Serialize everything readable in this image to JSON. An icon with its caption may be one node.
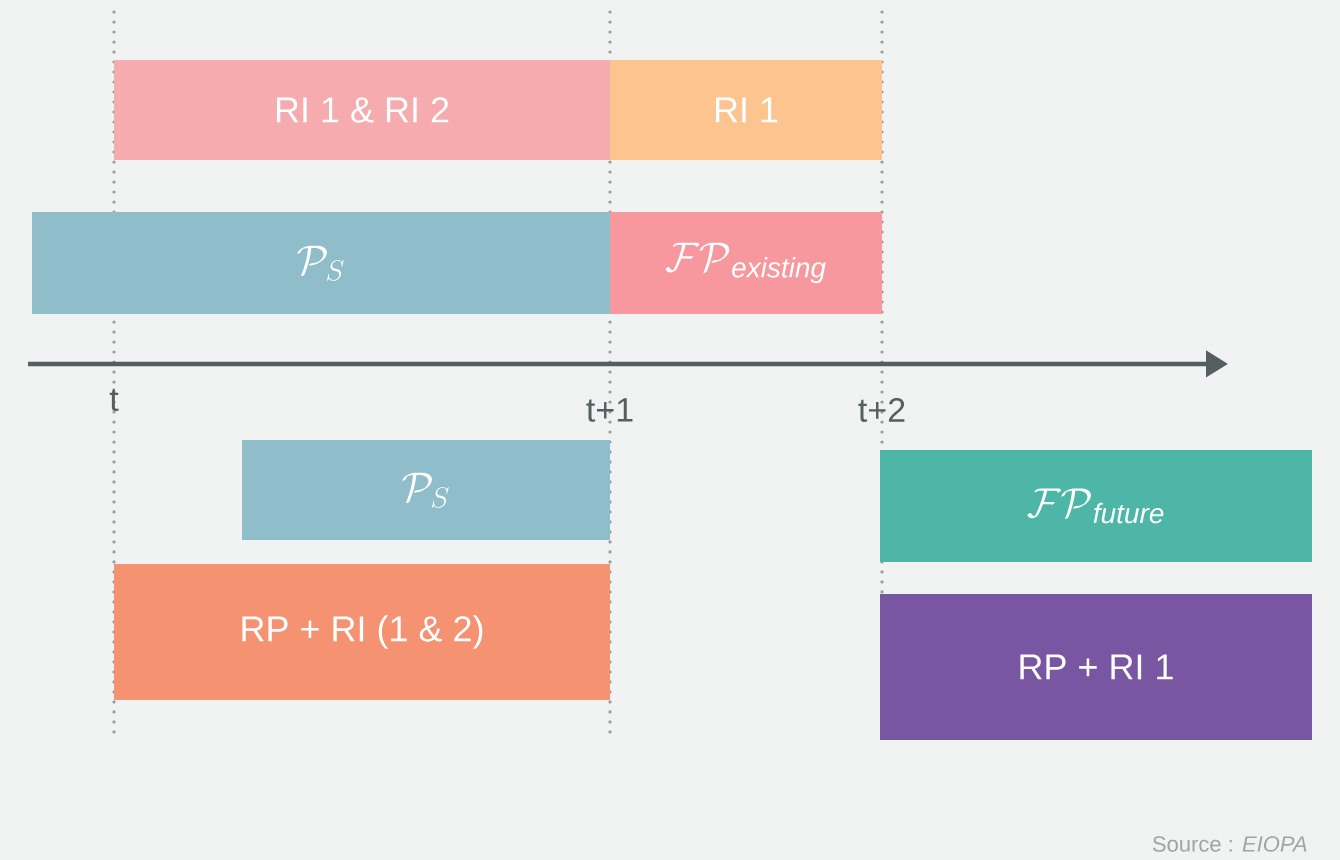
{
  "diagram": {
    "nodes": [
      {
        "text": [
          "RI 1 & RI 2"
        ]
      },
      {
        "text": [
          "RI 1"
        ]
      },
      {
        "text": [
          "\\mathcal{P}_{S}"
        ]
      },
      {
        "text": [
          "\\mathcal{FP}_{\\mathit{existing}}"
        ]
      },
      {
        "text": [
          "\\mathcal{P}_{S}"
        ]
      },
      {
        "text": [
          "\\mathcal{FP}_{\\mathit{future}}"
        ]
      },
      {
        "text": [
          "RP + RI (1 & 2)"
        ]
      },
      {
        "text": [
          "RP + RI 1"
        ]
      }
    ],
    "labels": [
      "t",
      "t+1",
      "t+2",
      "Source : *EIOPA*"
    ]
  }
}
